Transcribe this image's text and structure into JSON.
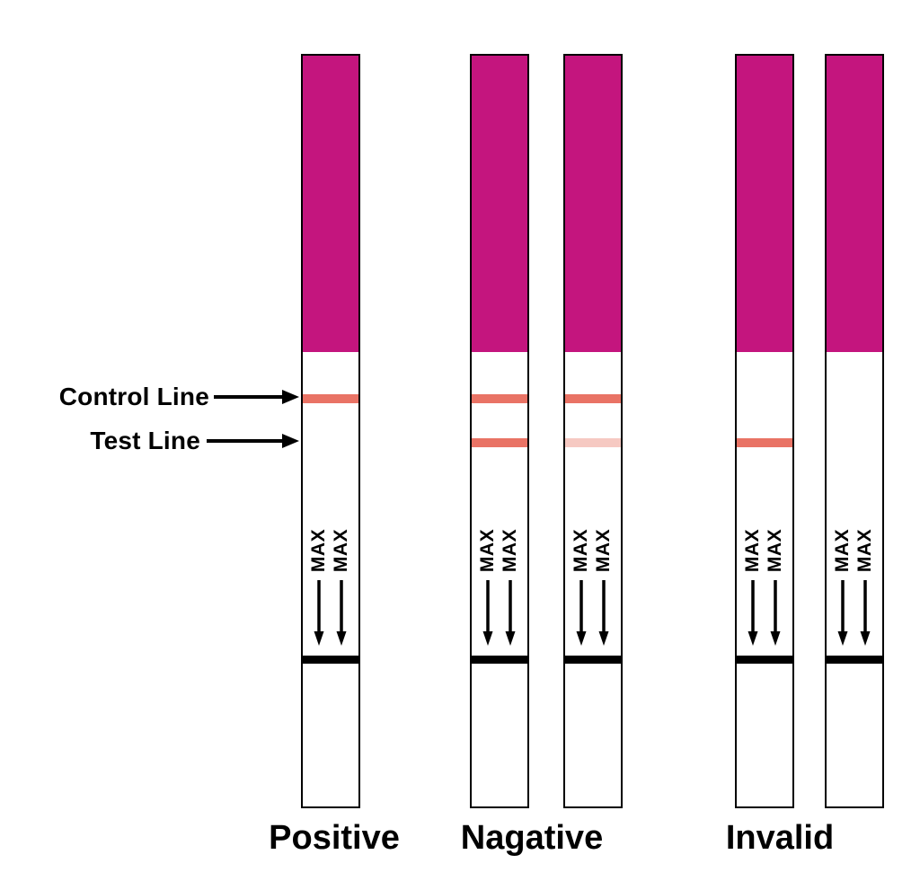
{
  "diagram": {
    "title_labels": {
      "control_line": "Control Line",
      "test_line": "Test Line"
    },
    "max_marking": "MAX",
    "colors": {
      "strip_fill_top": "#C4157E",
      "result_line": "#E97365",
      "result_line_faint": "#F6C9C2",
      "strip_border": "#000000",
      "text": "#000000",
      "background": "#FFFFFF"
    },
    "groups": [
      {
        "label": "Positive",
        "strips": [
          {
            "control_line": "present",
            "test_line": "absent"
          }
        ]
      },
      {
        "label": "Nagative",
        "strips": [
          {
            "control_line": "present",
            "test_line": "present"
          },
          {
            "control_line": "present",
            "test_line": "faint"
          }
        ]
      },
      {
        "label": "Invalid",
        "strips": [
          {
            "control_line": "absent",
            "test_line": "present"
          },
          {
            "control_line": "absent",
            "test_line": "absent"
          }
        ]
      }
    ]
  }
}
